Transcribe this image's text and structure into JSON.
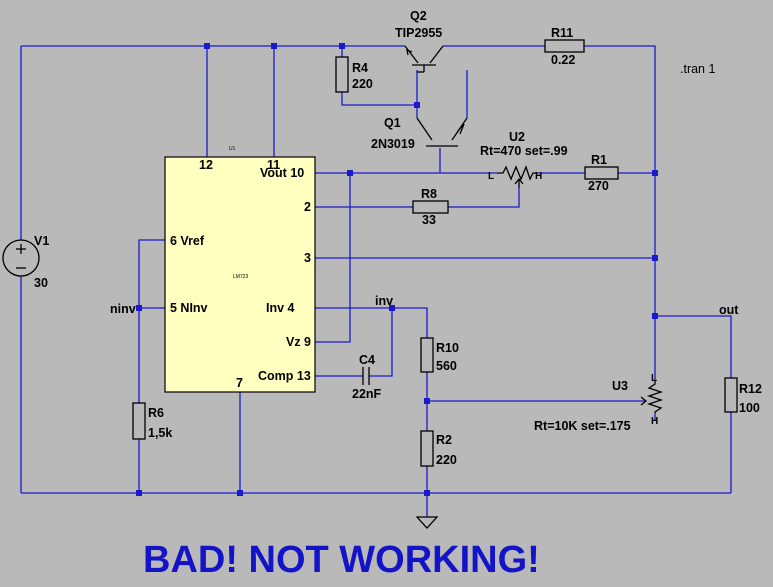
{
  "directive": ".tran 1",
  "banner": "BAD! NOT WORKING!",
  "components": {
    "Q2": {
      "ref": "Q2",
      "value": "TIP2955"
    },
    "Q1": {
      "ref": "Q1",
      "value": "2N3019"
    },
    "R11": {
      "ref": "R11",
      "value": "0.22"
    },
    "R4": {
      "ref": "R4",
      "value": "220"
    },
    "U2": {
      "ref": "U2",
      "value": "Rt=470 set=.99"
    },
    "R1": {
      "ref": "R1",
      "value": "270"
    },
    "R8": {
      "ref": "R8",
      "value": "33"
    },
    "V1": {
      "ref": "V1",
      "value": "30"
    },
    "R6": {
      "ref": "R6",
      "value": "1,5k"
    },
    "C4": {
      "ref": "C4",
      "value": "22nF"
    },
    "R10": {
      "ref": "R10",
      "value": "560"
    },
    "R2": {
      "ref": "R2",
      "value": "220"
    },
    "U3": {
      "ref": "U3",
      "value": "Rt=10K set=.175"
    },
    "R12": {
      "ref": "R12",
      "value": "100"
    }
  },
  "ic": {
    "ref": "U1",
    "part": "LM723",
    "pins": {
      "p12": "12",
      "p11": "11",
      "vout": "Vout 10",
      "p2": "2",
      "vref": "6 Vref",
      "p3": "3",
      "ninv": "5 NInv",
      "inv": "Inv 4",
      "vz": "Vz 9",
      "comp": "Comp 13",
      "p7": "7"
    }
  },
  "nets": {
    "ninv": "ninv",
    "inv": "inv",
    "out": "out"
  },
  "pin_marks": {
    "u2_l": "L",
    "u2_h": "H",
    "u3_l": "L",
    "u3_h": "H"
  },
  "colors": {
    "background": "#b9b9b9",
    "wire": "#1a1acc",
    "ic_body": "#ffffc0",
    "banner": "#1313c8"
  }
}
